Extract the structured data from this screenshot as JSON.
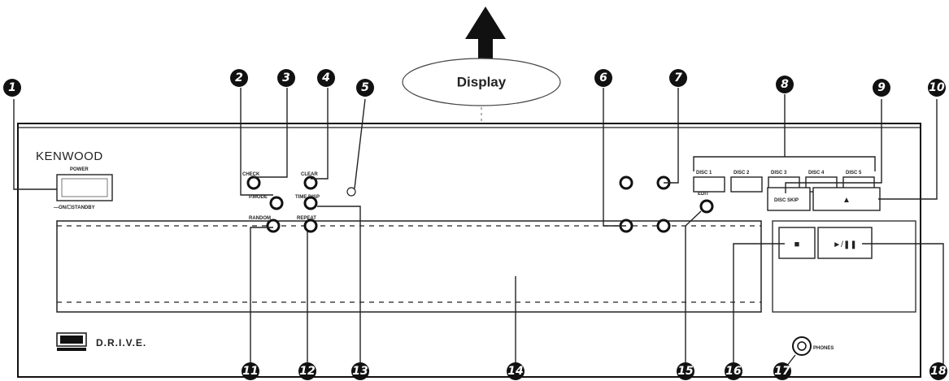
{
  "display_label": "Display",
  "panel": {
    "brand": "KENWOOD",
    "logo_text": "D.R.I.V.E.",
    "labels": {
      "power": "POWER",
      "standby": "—ON/☐STANDBY",
      "check": "CHECK",
      "clear": "CLEAR",
      "p_mode": "P.MODE",
      "time_disp": "TIME DISP",
      "random": "RANDOM",
      "repeat": "REPEAT",
      "edit": "EDIT",
      "disc_skip": "DISC SKIP",
      "phones": "PHONES",
      "disc_1": "DISC 1",
      "disc_2": "DISC 2",
      "disc_3": "DISC 3",
      "disc_4": "DISC 4",
      "disc_5": "DISC 5",
      "eject_symbol": "▲",
      "stop_symbol": "■",
      "play_pause_symbol": "►/❚❚"
    }
  },
  "callouts": [
    "1",
    "2",
    "3",
    "4",
    "5",
    "6",
    "7",
    "8",
    "9",
    "10",
    "11",
    "12",
    "13",
    "14",
    "15",
    "16",
    "17",
    "18"
  ]
}
